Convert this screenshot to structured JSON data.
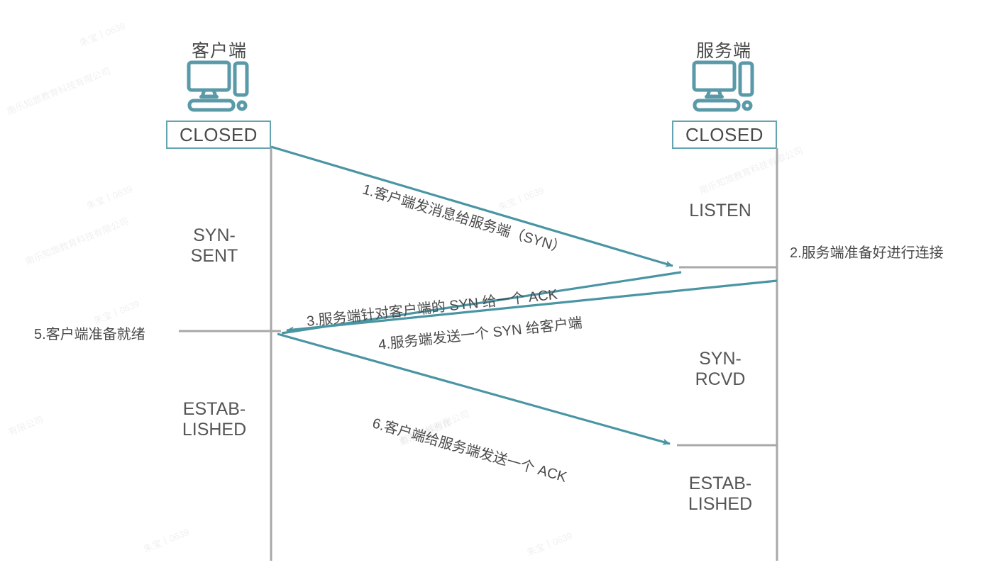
{
  "diagram": {
    "title": "TCP three-way handshake sequence diagram",
    "colors": {
      "accent_teal": "#4a95a3",
      "box_border_teal": "#62a5b0",
      "lifeline_gray": "#a8a8a8",
      "text_gray": "#4a4a4a",
      "background": "#ffffff"
    },
    "participants": [
      {
        "key": "client",
        "title": "客户端",
        "icon": "desktop-computer-icon",
        "initial_state": "CLOSED",
        "states": [
          "SYN-\nSENT",
          "ESTAB-\nLISHED"
        ]
      },
      {
        "key": "server",
        "title": "服务端",
        "icon": "desktop-computer-icon",
        "initial_state": "CLOSED",
        "states": [
          "LISTEN",
          "SYN-\nRCVD",
          "ESTAB-\nLISHED"
        ]
      }
    ],
    "messages": [
      {
        "num": "1",
        "text": "1.客户端发消息给服务端（SYN）",
        "direction": "client-to-server",
        "angle": -24.6
      },
      {
        "num": "3",
        "text": "3.服务端针对客户端的 SYN 给一个 ACK",
        "direction": "server-to-client",
        "angle": -9.3
      },
      {
        "num": "4",
        "text": "4.服务端发送一个 SYN 给客户端",
        "direction": "server-to-client",
        "angle": -9.3
      },
      {
        "num": "6",
        "text": "6.客户端给服务端发送一个 ACK",
        "direction": "client-to-server",
        "angle": 16.5
      }
    ],
    "side_notes": [
      {
        "key": "server_ready",
        "text": "2.服务端准备好进行连接",
        "side": "right"
      },
      {
        "key": "client_ready",
        "text": "5.客户端准备就绪",
        "side": "left"
      }
    ],
    "watermarks": [
      "朱宝丨0639",
      "南乐知旅教育科技有限公司",
      "朱宝丨0639",
      "南乐知旅教育科技有限公司",
      "朱宝丨0639",
      "有限公司",
      "南乐知旅教育",
      "朱宝丨0639",
      "教育科技有限公司",
      "朱宝丨0639"
    ]
  }
}
